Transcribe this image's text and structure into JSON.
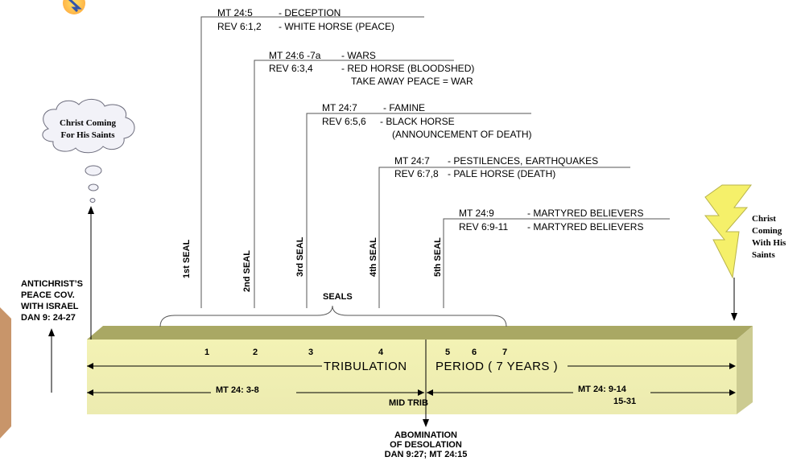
{
  "seals": [
    {
      "label": "1st SEAL",
      "mt": "MT 24:5",
      "mt_desc": "- DECEPTION",
      "rev": "REV 6:1,2",
      "rev_desc": "- WHITE HORSE (PEACE)",
      "extra": ""
    },
    {
      "label": "2nd SEAL",
      "mt": "MT 24:6 -7a",
      "mt_desc": "- WARS",
      "rev": "REV 6:3,4",
      "rev_desc": "- RED  HORSE (BLOODSHED)",
      "extra": "TAKE AWAY PEACE = WAR"
    },
    {
      "label": "3rd SEAL",
      "mt": "MT 24:7",
      "mt_desc": "- FAMINE",
      "rev": "REV 6:5,6",
      "rev_desc": "-  BLACK HORSE",
      "extra": "(ANNOUNCEMENT OF DEATH)"
    },
    {
      "label": "4th SEAL",
      "mt": "MT 24:7",
      "mt_desc": "- PESTILENCES, EARTHQUAKES",
      "rev": "REV 6:7,8",
      "rev_desc": "- PALE HORSE (DEATH)",
      "extra": ""
    },
    {
      "label": "5th SEAL",
      "mt": "MT 24:9",
      "mt_desc": "- MARTYRED BELIEVERS",
      "rev": "REV 6:9-11",
      "rev_desc": "- MARTYRED BELIEVERS",
      "extra": ""
    }
  ],
  "seals_label": "SEALS",
  "timeline": {
    "numbers": [
      "1",
      "2",
      "3",
      "4",
      "5",
      "6",
      "7"
    ],
    "tribulation": "TRIBULATION",
    "period": "PERIOD ( 7 YEARS )",
    "left_ref": "MT 24: 3-8",
    "right_ref_1": "MT 24: 9-14",
    "right_ref_2": "15-31",
    "mid_trib": "MID TRIB"
  },
  "abomination": [
    "ABOMINATION",
    "OF DESOLATION",
    "DAN 9:27; MT 24:15"
  ],
  "covenant": [
    "ANTICHRIST’S",
    "PEACE COV.",
    "WITH ISRAEL",
    "DAN 9: 24-27"
  ],
  "cloud": [
    "Christ Coming",
    "For His Saints"
  ],
  "second_coming": [
    "Christ",
    "Coming",
    "With His",
    "Saints"
  ],
  "colors": {
    "beam_front": "#efeea5",
    "beam_top": "#a9a764",
    "beam_side": "#c9c88e",
    "lightning": "#f5f06a",
    "cloud": "#f2f2f8"
  }
}
